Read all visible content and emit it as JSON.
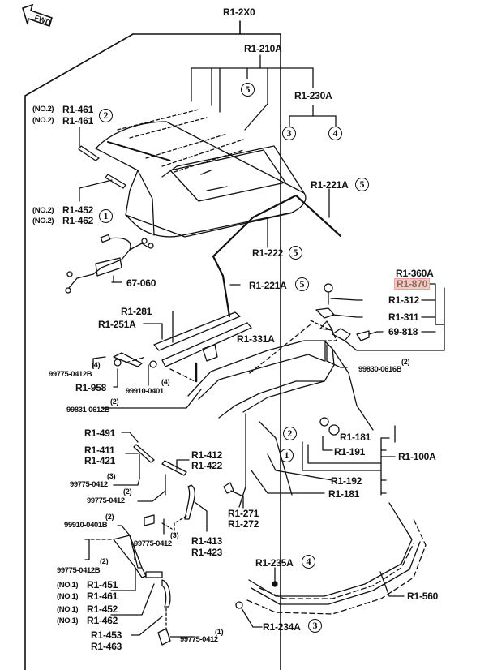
{
  "diagram": {
    "title_assembly": "R1-2X0",
    "direction_indicator": "FWD",
    "highlight_color": "#f3c9c4",
    "groups": {
      "top": {
        "label": "R1-210A",
        "callout": "5"
      },
      "cover": {
        "label": "R1-230A",
        "callouts": [
          "3",
          "4"
        ]
      },
      "right_seal_upper": {
        "label": "R1-221A",
        "callout": "5"
      },
      "center_seal": {
        "label": "R1-222",
        "callout": "5"
      },
      "left_seal": {
        "label": "R1-221A",
        "callout": "5"
      },
      "no2_upper": {
        "lines": [
          {
            "prefix": "(NO.2)",
            "part": "R1-461"
          },
          {
            "prefix": "(NO.2)",
            "part": "R1-461"
          }
        ],
        "callout": "2"
      },
      "no2_lower": {
        "lines": [
          {
            "prefix": "(NO.2)",
            "part": "R1-452"
          },
          {
            "prefix": "(NO.2)",
            "part": "R1-462"
          }
        ],
        "callout": "1"
      },
      "harness": {
        "label": "67-060"
      },
      "latch": {
        "labels": [
          "R1-360A",
          "R1-870"
        ],
        "highlighted": "R1-870",
        "items": [
          "R1-312",
          "R1-311",
          "69-818"
        ],
        "screw": {
          "qty": "(2)",
          "part": "99830-0616B"
        }
      },
      "rail": {
        "labels": [
          "R1-281",
          "R1-251A",
          "R1-331A",
          "R1-958"
        ],
        "bolt1": {
          "qty": "(4)",
          "part": "99775-0412B"
        },
        "nut": {
          "qty": "(4)",
          "part": "99910-0401"
        },
        "screw": {
          "qty": "(2)",
          "part": "99831-0612B"
        }
      },
      "frame": {
        "label": "R1-100A",
        "items": [
          "R1-181",
          "R1-191",
          "R1-192",
          "R1-181"
        ],
        "callouts": [
          "2",
          "1"
        ]
      },
      "links": {
        "labels": [
          "R1-491",
          "R1-411",
          "R1-421",
          "R1-412",
          "R1-422",
          "R1-413",
          "R1-423",
          "R1-271",
          "R1-272"
        ],
        "bolt_a": {
          "qty": "(3)",
          "part": "99775-0412"
        },
        "bolt_b": {
          "qty": "(2)",
          "part": "99775-0412"
        },
        "nut": {
          "qty": "(2)",
          "part": "99910-0401B"
        },
        "bolt_c": {
          "qty": "(3)",
          "part": "99775-0412"
        },
        "bolt_d": {
          "qty": "(2)",
          "part": "99775-0412B"
        }
      },
      "no1": {
        "lines": [
          {
            "prefix": "(NO.1)",
            "part": "R1-451"
          },
          {
            "prefix": "(NO.1)",
            "part": "R1-461"
          },
          {
            "prefix": "(NO.1)",
            "part": "R1-452"
          },
          {
            "prefix": "(NO.1)",
            "part": "R1-462"
          }
        ],
        "end": [
          "R1-453",
          "R1-463"
        ],
        "bolt": {
          "qty": "(1)",
          "part": "99775-0412"
        }
      },
      "rear": {
        "label_235": "R1-235A",
        "callout_235": "4",
        "label_234": "R1-234A",
        "callout_234": "3",
        "label_560": "R1-560"
      }
    }
  }
}
